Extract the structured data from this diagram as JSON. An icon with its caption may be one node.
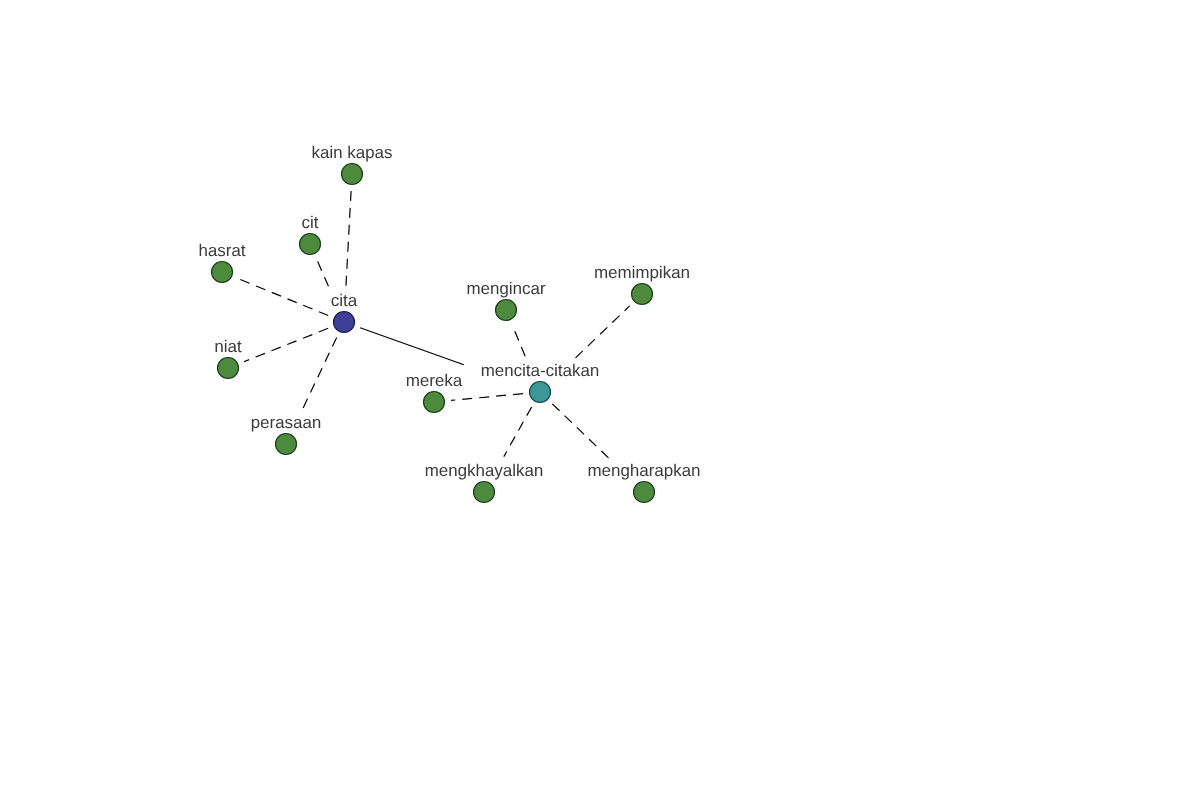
{
  "diagram": {
    "nodes": [
      {
        "text": [
          "kain kapas"
        ]
      },
      {
        "text": [
          "cit"
        ]
      },
      {
        "text": [
          "hasrat"
        ]
      },
      {
        "text": [
          "memimpikan"
        ]
      },
      {
        "text": [
          "mengincar"
        ]
      },
      {
        "text": [
          "cita"
        ]
      },
      {
        "text": [
          "niat"
        ]
      },
      {
        "text": [
          "mencita-citakan"
        ]
      },
      {
        "text": [
          "mereka"
        ]
      },
      {
        "text": [
          "perasaan"
        ]
      },
      {
        "text": [
          "mengkhayalkan"
        ]
      },
      {
        "text": [
          "mengharapkan"
        ]
      }
    ],
    "edges": [
      {
        "from": 5,
        "to": 7,
        "arrow": "none"
      },
      {
        "from": 5,
        "to": 0,
        "arrow": "none",
        "style": "dashed"
      },
      {
        "from": 5,
        "to": 1,
        "arrow": "none",
        "style": "dashed"
      },
      {
        "from": 5,
        "to": 2,
        "arrow": "none",
        "style": "dashed"
      },
      {
        "from": 5,
        "to": 6,
        "arrow": "none",
        "style": "dashed"
      },
      {
        "from": 5,
        "to": 9,
        "arrow": "none",
        "style": "dashed"
      },
      {
        "from": 7,
        "to": 4,
        "arrow": "none",
        "style": "dashed"
      },
      {
        "from": 7,
        "to": 3,
        "arrow": "none",
        "style": "dashed"
      },
      {
        "from": 7,
        "to": 8,
        "arrow": "none",
        "style": "dashed"
      },
      {
        "from": 7,
        "to": 10,
        "arrow": "none",
        "style": "dashed"
      },
      {
        "from": 7,
        "to": 11,
        "arrow": "none",
        "style": "dashed"
      }
    ]
  }
}
